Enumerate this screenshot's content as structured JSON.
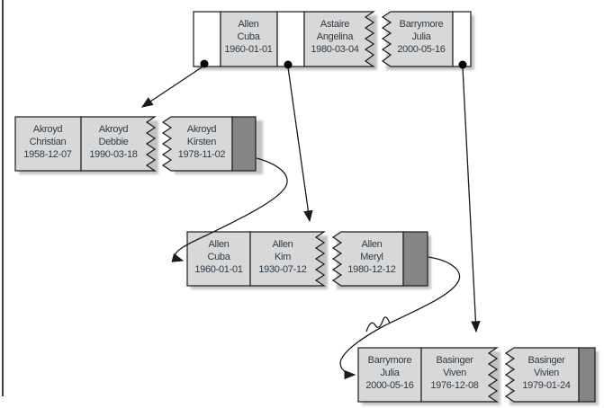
{
  "diagram": {
    "kind": "b-tree index with leaf-node chain",
    "colors": {
      "cell_fill": "#d8d8d8",
      "pointer_cell_fill": "#ffffff",
      "overflow_cell_fill": "#858585",
      "border": "#1a1a1a",
      "text": "#2d3a46",
      "shadow": "#b9b9b9",
      "connector": "#1a1a1a"
    },
    "nodes": [
      {
        "name": "root-node",
        "entries": [
          {
            "last": "Allen",
            "first": "Cuba",
            "date": "1960-01-01"
          },
          {
            "last": "Astaire",
            "first": "Angelina",
            "date": "1980-03-04"
          },
          {
            "last": "Barrymore",
            "first": "Julia",
            "date": "2000-05-16"
          }
        ]
      },
      {
        "name": "leaf-node-akroyd",
        "entries": [
          {
            "last": "Akroyd",
            "first": "Christian",
            "date": "1958-12-07"
          },
          {
            "last": "Akroyd",
            "first": "Debbie",
            "date": "1990-03-18"
          },
          {
            "last": "Akroyd",
            "first": "Kirsten",
            "date": "1978-11-02"
          }
        ]
      },
      {
        "name": "leaf-node-allen",
        "entries": [
          {
            "last": "Allen",
            "first": "Cuba",
            "date": "1960-01-01"
          },
          {
            "last": "Allen",
            "first": "Kim",
            "date": "1930-07-12"
          },
          {
            "last": "Allen",
            "first": "Meryl",
            "date": "1980-12-12"
          }
        ]
      },
      {
        "name": "leaf-node-basinger",
        "entries": [
          {
            "last": "Barrymore",
            "first": "Julia",
            "date": "2000-05-16"
          },
          {
            "last": "Basinger",
            "first": "Viven",
            "date": "1976-12-08"
          },
          {
            "last": "Basinger",
            "first": "Vivien",
            "date": "1979-01-24"
          }
        ]
      }
    ],
    "links": [
      {
        "from": "root-pointer-1",
        "to": "leaf-node-akroyd"
      },
      {
        "from": "root-pointer-2",
        "to": "leaf-node-allen"
      },
      {
        "from": "root-pointer-3",
        "to": "leaf-node-basinger"
      },
      {
        "from": "leaf-node-akroyd-overflow",
        "to": "leaf-node-allen"
      },
      {
        "from": "leaf-node-allen-overflow",
        "to": "leaf-node-basinger"
      }
    ]
  }
}
